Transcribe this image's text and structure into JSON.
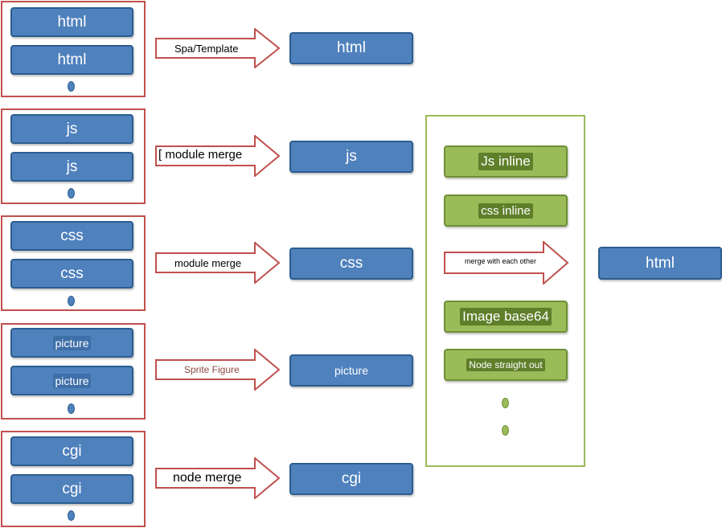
{
  "rows": [
    {
      "item": "html",
      "arrow": "Spa/Template",
      "result": "html"
    },
    {
      "item": "js",
      "arrow": "[ module merge",
      "result": "js"
    },
    {
      "item": "css",
      "arrow": "module merge",
      "result": "css"
    },
    {
      "item": "picture",
      "arrow": "Sprite Figure",
      "result": "picture"
    },
    {
      "item": "cgi",
      "arrow": "node merge",
      "result": "cgi"
    }
  ],
  "panel": {
    "items": [
      "Js inline",
      "css inline"
    ],
    "arrow": "merge with each other",
    "items2": [
      "Image base64",
      "Node straight out"
    ]
  },
  "final": "html",
  "colors": {
    "blue": "#4f81bd",
    "red": "#c0504d",
    "green": "#9bbb59"
  }
}
